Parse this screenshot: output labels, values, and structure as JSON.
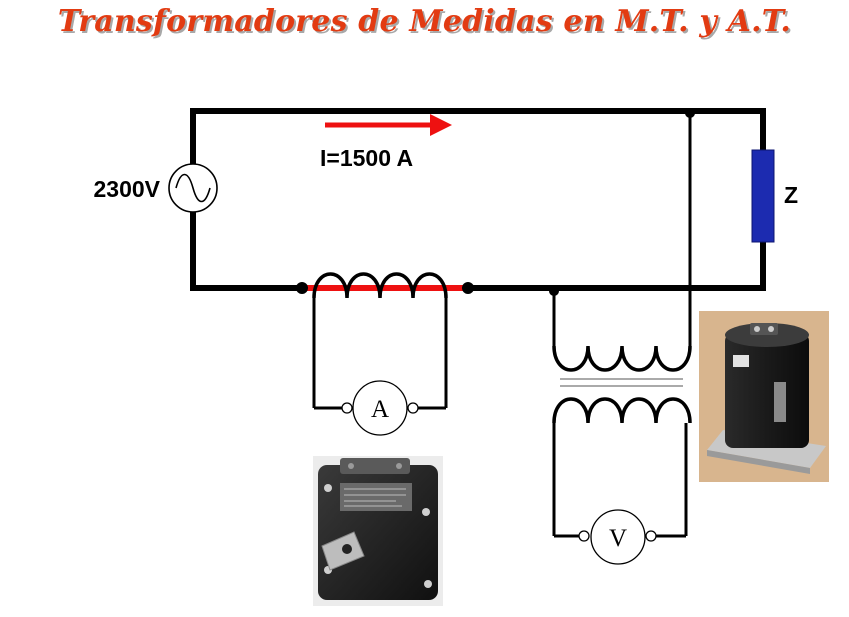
{
  "title": "Transformadores de Medidas en M.T. y A.T.",
  "colors": {
    "title": "#e23b12",
    "wire": "#000000",
    "current_highlight": "#ee1111",
    "load": "#1c2bb0"
  },
  "circuit": {
    "source_voltage": "2300V",
    "current_label": "I=1500 A",
    "load_label": "Z",
    "ammeter_label": "A",
    "voltmeter_label": "V"
  },
  "photos": {
    "current_transformer": "current-transformer-photo",
    "voltage_transformer": "voltage-transformer-photo"
  }
}
